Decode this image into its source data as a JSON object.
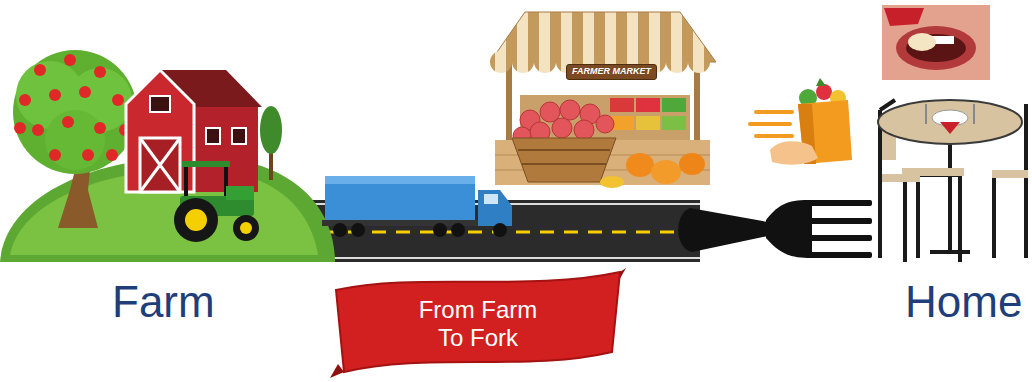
{
  "diagram": {
    "nodes": [
      {
        "text": [
          "FARMER MARKET"
        ]
      },
      {
        "text": [
          "From Farm To Fork"
        ]
      }
    ],
    "labels": [
      "Farm",
      "Home"
    ]
  }
}
